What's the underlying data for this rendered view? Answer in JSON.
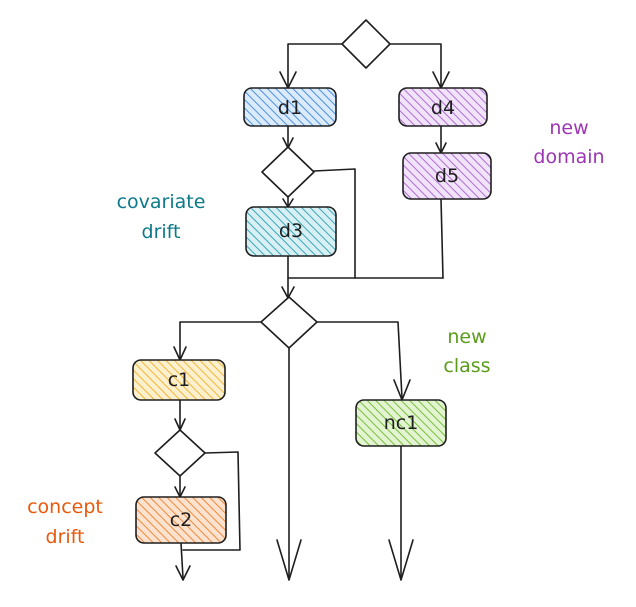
{
  "colors": {
    "stroke": "#1e1e1e",
    "blue": "#4a90e2",
    "purple": "#b16fd6",
    "teal": "#3aa7b8",
    "yellow": "#f2b632",
    "orange": "#f08a3c",
    "green": "#7cbf3c",
    "annotation_purple": "#9c36b5",
    "annotation_teal": "#0c7a8a",
    "annotation_green": "#5a9c1a",
    "annotation_orange": "#e8590c"
  },
  "nodes": {
    "d1": "d1",
    "d3": "d3",
    "d4": "d4",
    "d5": "d5",
    "c1": "c1",
    "c2": "c2",
    "nc1": "nc1"
  },
  "annotations": {
    "new_domain": [
      "new",
      "domain"
    ],
    "covariate_drift": [
      "covariate",
      "drift"
    ],
    "new_class": [
      "new",
      "class"
    ],
    "concept_drift": [
      "concept",
      "drift"
    ]
  }
}
